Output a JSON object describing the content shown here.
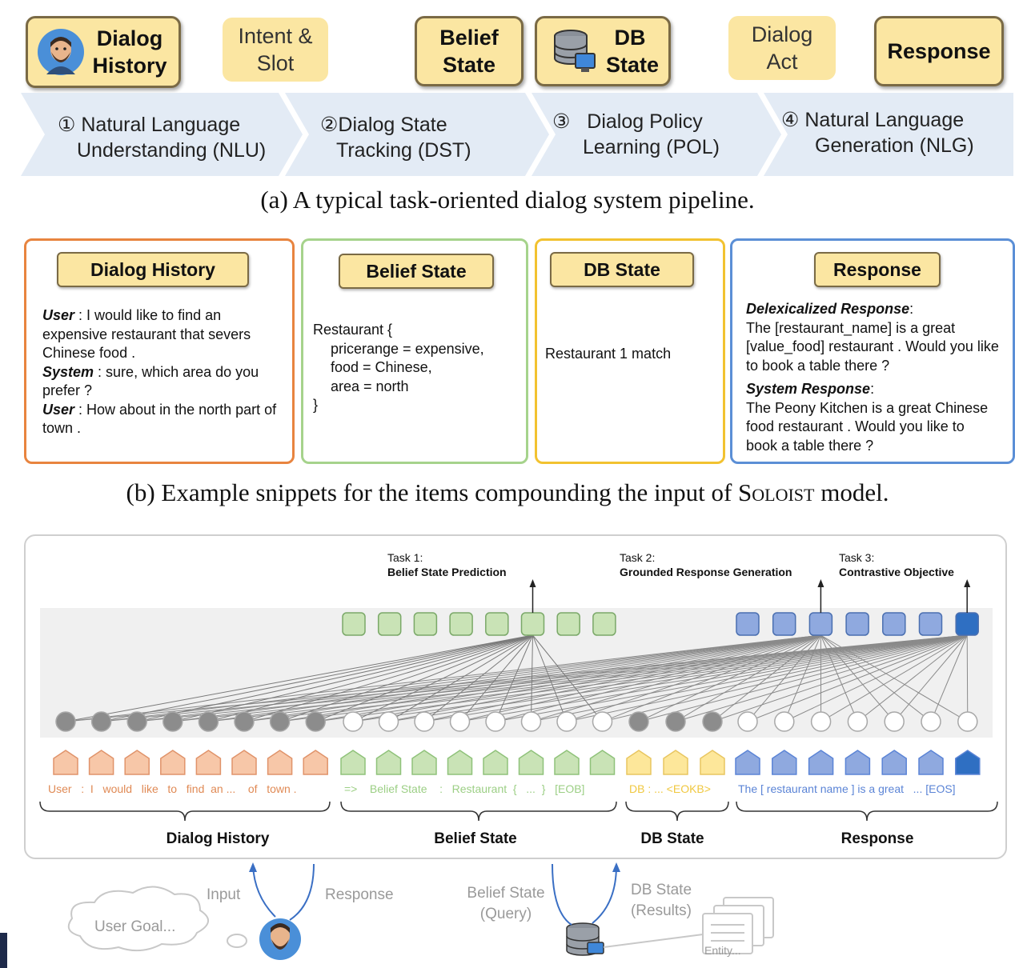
{
  "part_a": {
    "boxes": [
      "Dialog History",
      "Intent & Slot",
      "Belief State",
      "DB State",
      "Dialog Act",
      "Response"
    ],
    "stages": [
      {
        "num": "①",
        "line1": "Natural Language",
        "line2": "Understanding (NLU)"
      },
      {
        "num": "②",
        "line1": "Dialog State",
        "line2": "Tracking (DST)"
      },
      {
        "num": "③",
        "line1": "Dialog Policy",
        "line2": "Learning (POL)"
      },
      {
        "num": "④",
        "line1": "Natural Language",
        "line2": "Generation (NLG)"
      }
    ],
    "caption": "(a) A typical task-oriented dialog system pipeline."
  },
  "part_b": {
    "dialog_history": {
      "title": "Dialog History",
      "lines": [
        {
          "speaker": "User",
          "text": " :  I would like to find an expensive restaurant that severs Chinese food ."
        },
        {
          "speaker": "System",
          "text": " : sure, which area do you prefer ?"
        },
        {
          "speaker": "User",
          "text": " : How about in the north part of town ."
        }
      ]
    },
    "belief_state": {
      "title": "Belief State",
      "lines": [
        "Restaurant {",
        "pricerange = expensive,",
        "food = Chinese,",
        "area = north",
        "}"
      ]
    },
    "db_state": {
      "title": "DB State",
      "text": "Restaurant 1 match"
    },
    "response": {
      "title": "Response",
      "delex_label": "Delexicalized Response",
      "delex_text": "The [restaurant_name] is a great [value_food] restaurant . Would you like to book a table there ?",
      "system_label": "System Response",
      "system_text": "The Peony Kitchen is a great Chinese food restaurant . Would you like to book a table there ?"
    },
    "caption_pre": "(b) Example snippets for the items compounding the input of ",
    "caption_model": "Soloist",
    "caption_post": " model."
  },
  "part_c": {
    "tasks": [
      {
        "num": "Task 1:",
        "name": "Belief State Prediction"
      },
      {
        "num": "Task 2:",
        "name": "Grounded Response Generation"
      },
      {
        "num": "Task 3:",
        "name": "Contrastive Objective"
      }
    ],
    "tokens": {
      "history": [
        "User",
        ":",
        "I",
        "would",
        "like",
        "to",
        "find",
        "an ...",
        "of",
        "town",
        "."
      ],
      "belief": [
        "=>",
        "Belief State",
        ":",
        "Restaurant",
        "{",
        "...",
        "}",
        "[EOB]"
      ],
      "db": [
        "DB : ... <EOKB>"
      ],
      "response": [
        "The [ restaurant name ] is a great",
        "... [EOS]"
      ]
    },
    "segments": [
      "Dialog History",
      "Belief State",
      "DB State",
      "Response"
    ],
    "bottom": {
      "input": "Input",
      "response": "Response",
      "user_goal": "User Goal...",
      "belief_query_1": "Belief State",
      "belief_query_2": "(Query)",
      "db_results_1": "DB State",
      "db_results_2": "(Results)",
      "entity": "Entity..."
    }
  },
  "colors": {
    "pipeline_yellow": "#fbe6a2",
    "history": "#f7c7a8",
    "belief": "#c9e3b6",
    "db": "#fde79a",
    "response": "#8fa9df",
    "panel_history": "#e8843f",
    "panel_belief": "#a6d38c",
    "panel_db": "#f2c230",
    "panel_response": "#5b8fd6"
  }
}
